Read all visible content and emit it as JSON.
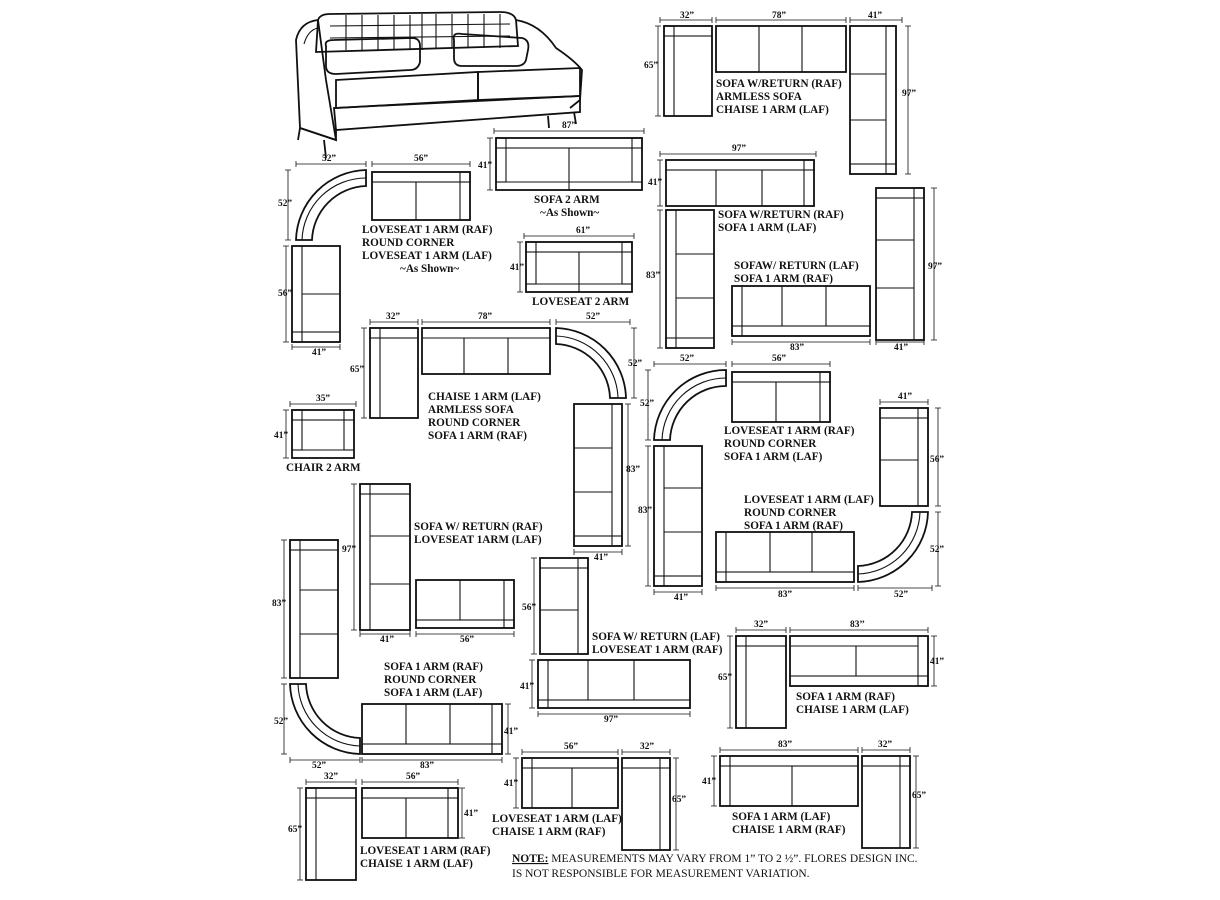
{
  "sofa_illustration": {
    "name": "tufted-sofa-drawing"
  },
  "captions": {
    "c1": [
      "SOFA W/RETURN (RAF)",
      "ARMLESS SOFA",
      "CHAISE 1 ARM (LAF)"
    ],
    "c2": [
      "SOFA 2 ARM",
      "~As Shown~"
    ],
    "c3": [
      "LOVESEAT 1 ARM (RAF)",
      "ROUND CORNER",
      "LOVESEAT 1 ARM (LAF)",
      "~As Shown~"
    ],
    "c4": [
      "SOFA W/RETURN (RAF)",
      "SOFA 1 ARM (LAF)"
    ],
    "c5": [
      "LOVESEAT 2 ARM"
    ],
    "c6": [
      "SOFAW/ RETURN (LAF)",
      "SOFA 1 ARM (RAF)"
    ],
    "c7": [
      "CHAISE 1 ARM (LAF)",
      "ARMLESS SOFA",
      "ROUND CORNER",
      "SOFA 1 ARM (RAF)"
    ],
    "c8": [
      "CHAIR 2 ARM"
    ],
    "c9": [
      "LOVESEAT 1 ARM (RAF)",
      "ROUND CORNER",
      "SOFA 1 ARM (LAF)"
    ],
    "c10": [
      "LOVESEAT 1 ARM (LAF)",
      "ROUND CORNER",
      "SOFA 1 ARM (RAF)"
    ],
    "c11": [
      "SOFA W/ RETURN (RAF)",
      "LOVESEAT 1ARM (LAF)"
    ],
    "c12": [
      "SOFA  W/ RETURN (LAF)",
      "LOVESEAT 1 ARM (RAF)"
    ],
    "c13": [
      "SOFA 1 ARM (RAF)",
      "ROUND CORNER",
      "SOFA 1 ARM (LAF)"
    ],
    "c14": [
      "SOFA 1 ARM (RAF)",
      "CHAISE 1 ARM (LAF)"
    ],
    "c15": [
      "LOVESEAT 1 ARM (LAF)",
      "CHAISE 1 ARM (RAF)"
    ],
    "c16": [
      "SOFA 1 ARM (LAF)",
      "CHAISE 1 ARM (RAF)"
    ],
    "c17": [
      "LOVESEAT 1 ARM (RAF)",
      "CHAISE 1 ARM (LAF)"
    ]
  },
  "dims": {
    "d32": "32”",
    "d78": "78”",
    "d41": "41”",
    "d65": "65”",
    "d97": "97”",
    "d87": "87”",
    "d52": "52”",
    "d56": "56”",
    "d61": "61”",
    "d83": "83”",
    "d35": "35”",
    "d83b": "83’’"
  },
  "note": {
    "label": "NOTE:",
    "line1": " MEASUREMENTS MAY VARY FROM 1” TO 2 ½”. FLORES DESIGN INC.",
    "line2": "IS NOT RESPONSIBLE FOR MEASUREMENT VARIATION."
  }
}
